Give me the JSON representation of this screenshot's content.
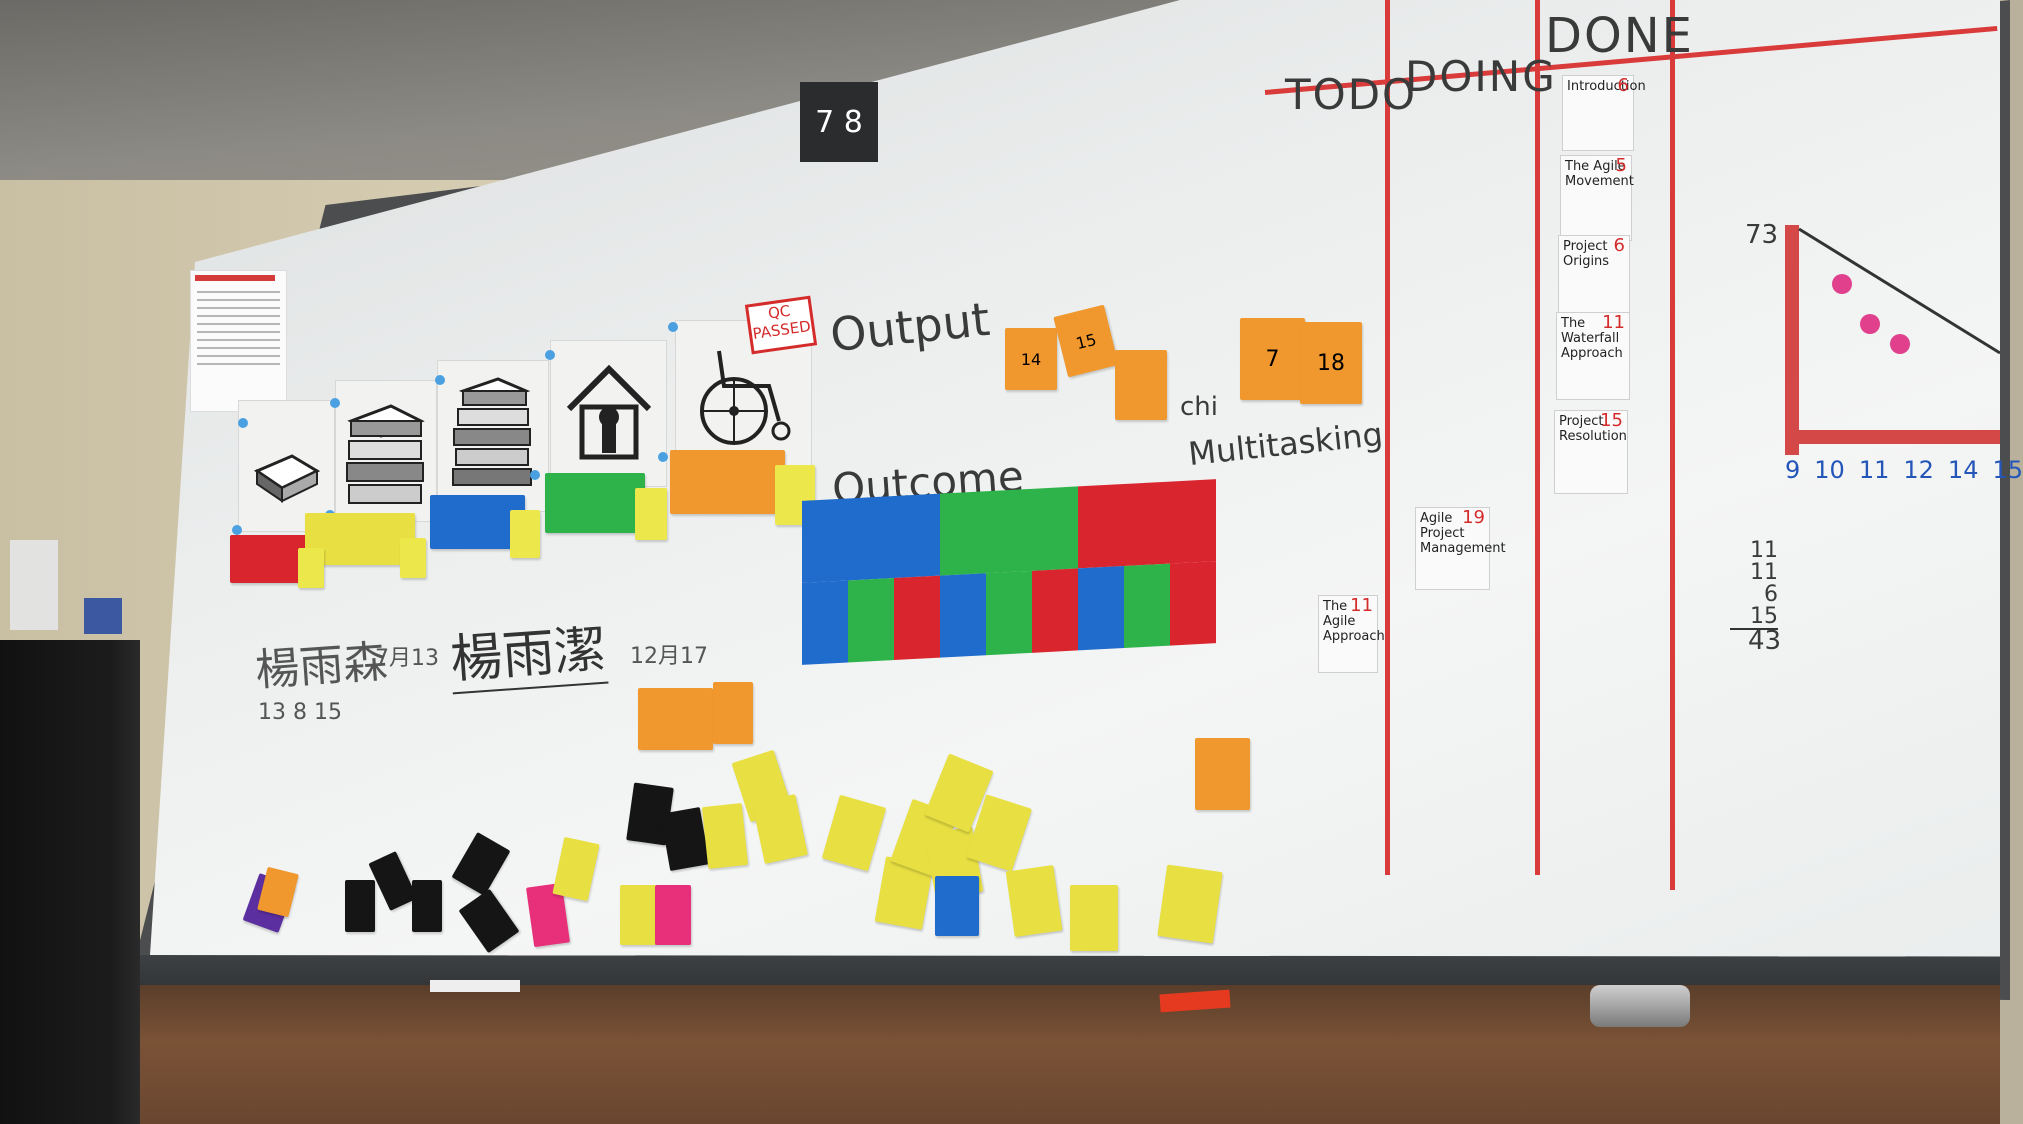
{
  "board": {
    "label_output": "Output",
    "label_outcome": "Outcome",
    "qc_line1": "QC",
    "qc_line2": "PASSED",
    "top_tag": "7 8",
    "note_chi": "chi",
    "note_multitasking": "Multitasking",
    "name_left": "楊雨森",
    "date_left": "7月13",
    "name_center": "楊雨潔",
    "date_center": "12月17",
    "nums_left": "13 8 15",
    "output_stickies": [
      "14",
      "15",
      "",
      "7",
      "18"
    ]
  },
  "kanban": {
    "columns": [
      "TODO",
      "DOING",
      "DONE"
    ],
    "todo_cards": [
      {
        "title": "The Agile Approach",
        "num": "11"
      }
    ],
    "doing_cards": [
      {
        "title": "Agile Project Management",
        "num": "19"
      }
    ],
    "done_cards": [
      {
        "title": "Introduction",
        "num": "6"
      },
      {
        "title": "The Agile Movement",
        "num": "5"
      },
      {
        "title": "Project Origins",
        "num": "6"
      },
      {
        "title": "The Waterfall Approach",
        "num": "11"
      },
      {
        "title": "Project Resolution",
        "num": "15"
      }
    ]
  },
  "burndown": {
    "top_value": "73",
    "x_ticks": [
      "9",
      "10",
      "11",
      "12",
      "14",
      "15"
    ],
    "sum_lines": [
      "11",
      "11",
      "6",
      "15"
    ],
    "sum_total": "43"
  },
  "colors": {
    "red_pen": "#d42b2b",
    "blue_pen": "#2356b8",
    "orange": "#f0982e",
    "yellow": "#e8e042",
    "green": "#2eb34a",
    "blue": "#1f6ccc",
    "red": "#d9262e",
    "black": "#151515",
    "pink": "#e8307a"
  }
}
